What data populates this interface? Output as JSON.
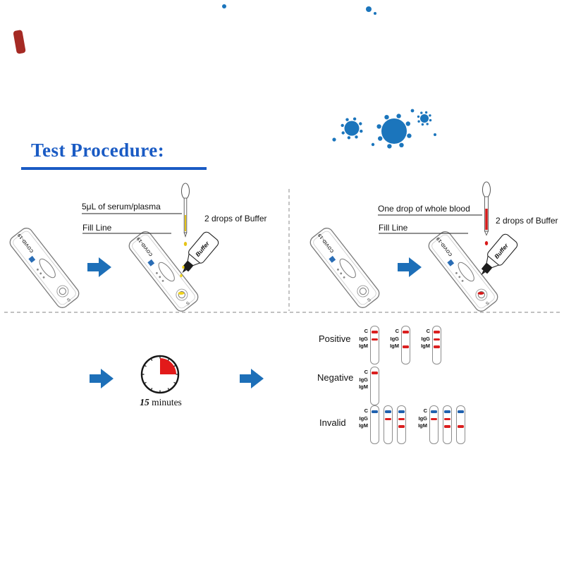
{
  "title": "Test Procedure:",
  "colors": {
    "title_blue": "#1a5bc4",
    "arrow_blue": "#1d6fb8",
    "virus_blue": "#1b75bc",
    "line_red": "#da1f1f",
    "line_blue": "#2061ae",
    "serum_yellow": "#e6c419",
    "buffer_yellow": "#f0d31b",
    "blood_red": "#d81919",
    "timer_red": "#e21a1a"
  },
  "steps": {
    "left": {
      "sample_label": "5μL of serum/plasma",
      "fill_line_label": "Fill Line",
      "buffer_label": "2 drops of Buffer"
    },
    "right": {
      "sample_label": "One drop of whole blood",
      "fill_line_label": "Fill Line",
      "buffer_label": "2 drops of Buffer"
    }
  },
  "cassette": {
    "device_label": "COVID-19",
    "well_label": "S",
    "bottle_label": "Buffer"
  },
  "timer": {
    "value": "15",
    "unit": " minutes"
  },
  "results": {
    "line_labels": [
      "C",
      "IgG",
      "IgM"
    ],
    "rows": [
      {
        "label": "Positive",
        "units": [
          {
            "strips": [
              [
                "C:red",
                "IgG:red"
              ]
            ]
          },
          {
            "strips": [
              [
                "C:red",
                "IgM:red"
              ]
            ]
          },
          {
            "strips": [
              [
                "C:red",
                "IgG:red",
                "IgM:red"
              ]
            ]
          }
        ]
      },
      {
        "label": "Negative",
        "units": [
          {
            "strips": [
              [
                "C:red"
              ]
            ]
          }
        ]
      },
      {
        "label": "Invalid",
        "units": [
          {
            "strips": [
              [
                "C:blue"
              ],
              [
                "C:blue",
                "IgG:red"
              ],
              [
                "C:blue",
                "IgG:red",
                "IgM:red"
              ]
            ]
          },
          {
            "strips": [
              [
                "C:blue",
                "IgG:red"
              ],
              [
                "C:blue",
                "IgG:red",
                "IgM:red"
              ],
              [
                "C:blue",
                "IgM:red"
              ]
            ]
          }
        ]
      }
    ]
  }
}
